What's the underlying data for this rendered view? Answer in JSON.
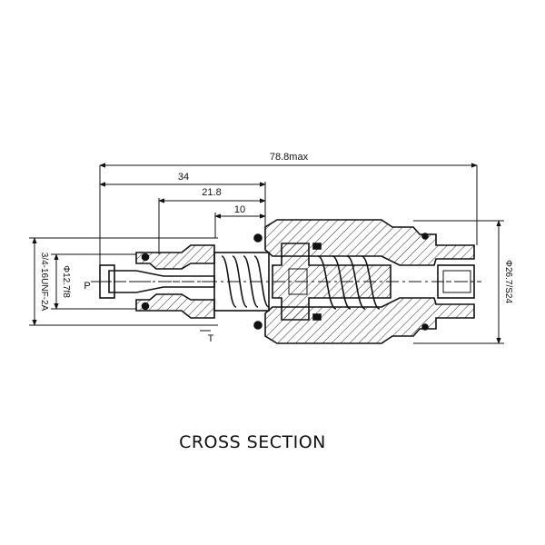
{
  "dimensions": {
    "overall_length": "78.8max",
    "length_34": "34",
    "length_21_8": "21.8",
    "length_10": "10",
    "thread": "3/4-16UNF-2A",
    "pilot_diameter": "Φ12.7f8",
    "hex_size": "Φ26.7/S24"
  },
  "ports": {
    "p_label": "P",
    "t_label": "T"
  },
  "caption": "CROSS SECTION",
  "colors": {
    "line": "#111111",
    "background": "#ffffff"
  }
}
